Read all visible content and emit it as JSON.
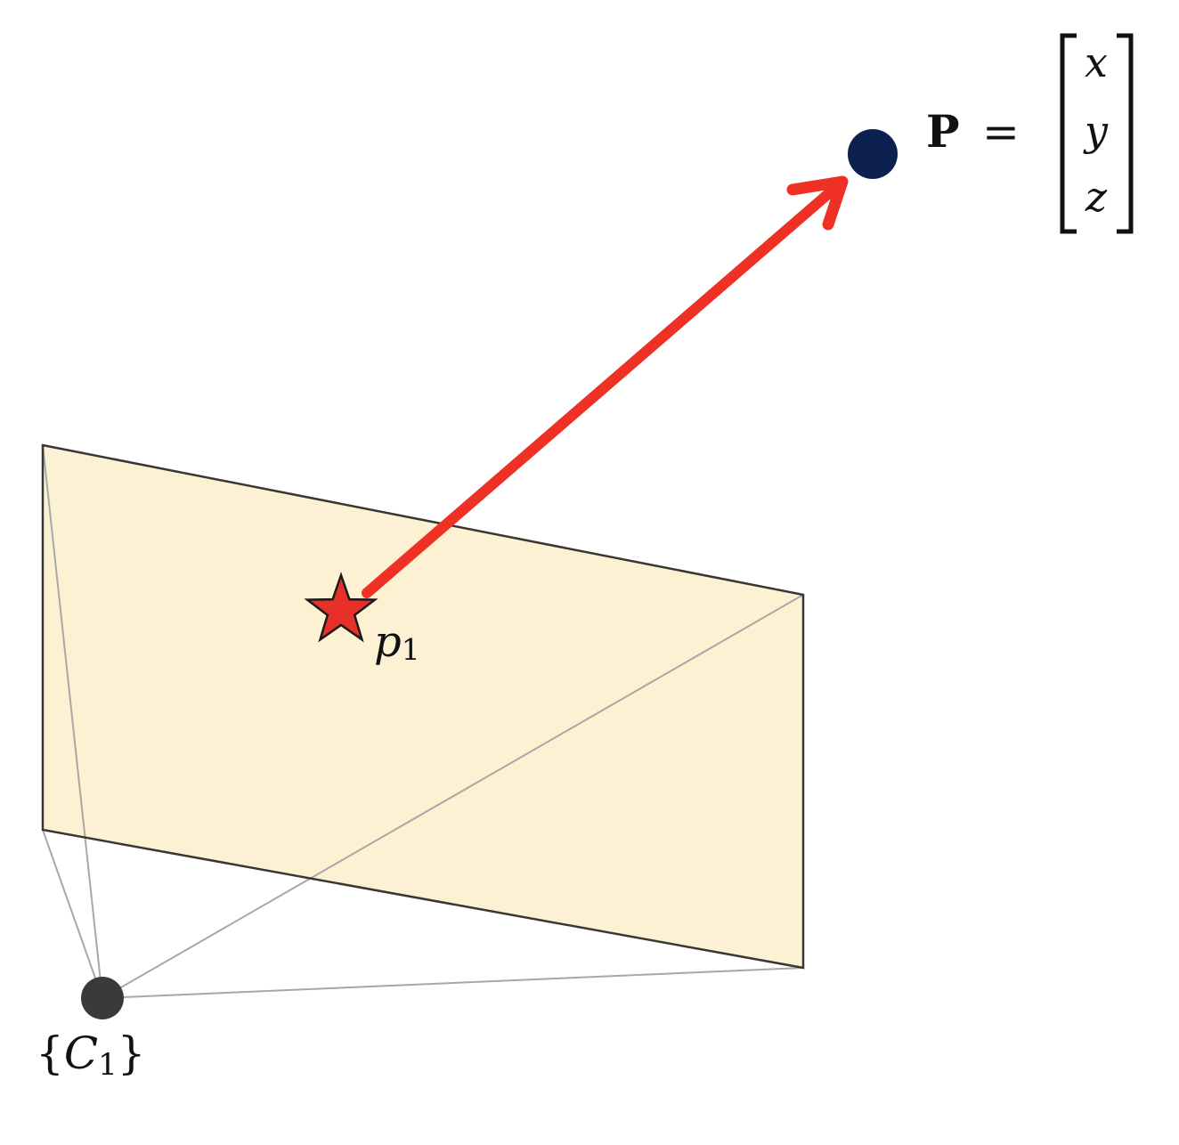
{
  "labels": {
    "projection": "p",
    "projection_sub": "1",
    "camera_open": "{",
    "camera": "C",
    "camera_sub": "1",
    "camera_close": "}",
    "point": "P",
    "equals": "=",
    "vec_x": "x",
    "vec_y": "y",
    "vec_z": "z"
  },
  "colors": {
    "image_plane_fill": "#fcf1d2",
    "plane_edge": "#3a3633",
    "frustum_line": "#a8a8a8",
    "ray": "#ee3124",
    "star": "#e8302a",
    "point_dot": "#0d2150",
    "camera_dot": "#3a3a3a"
  }
}
